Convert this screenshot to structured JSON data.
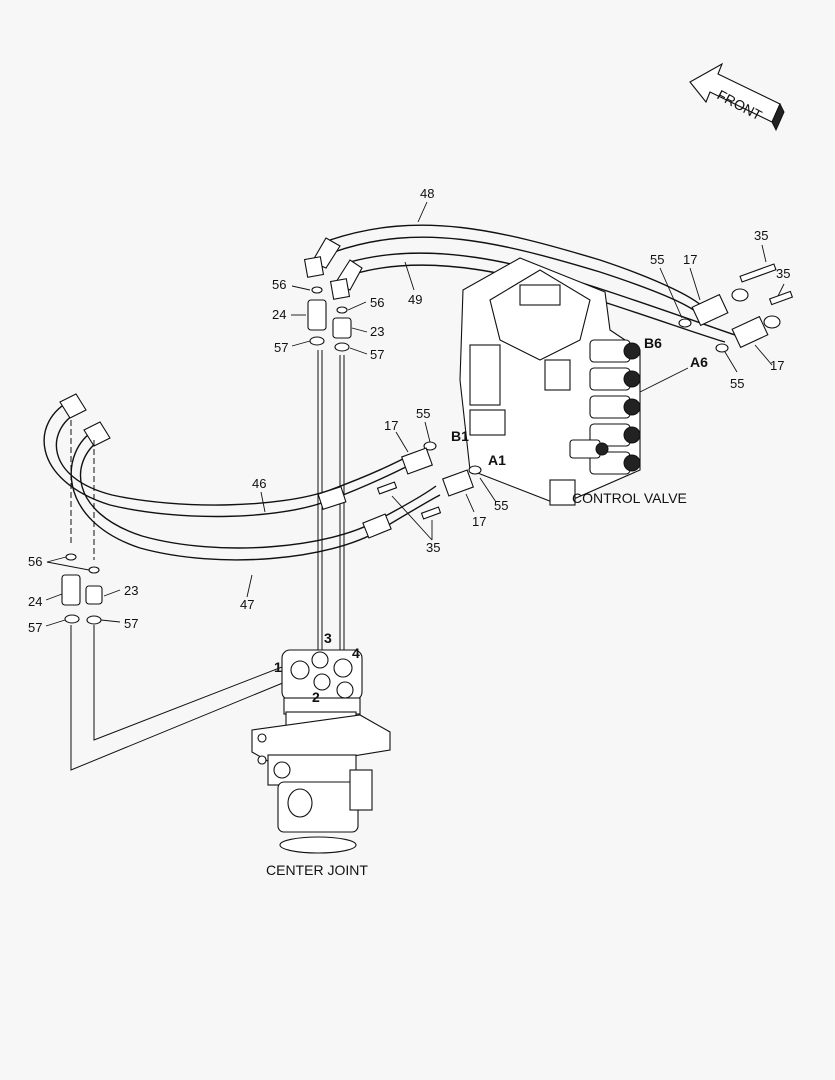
{
  "labels": {
    "front": "FRONT",
    "control_valve": "CONTROL VALVE",
    "center_joint": "CENTER JOINT",
    "ports": [
      "B6",
      "A6",
      "B1",
      "A1"
    ],
    "cj_ports": [
      "1",
      "2",
      "3",
      "4"
    ],
    "parts": {
      "p48": "48",
      "p49": "49",
      "p46": "46",
      "p47": "47",
      "p56a": "56",
      "p56b": "56",
      "p56c": "56",
      "p24a": "24",
      "p24b": "24",
      "p23a": "23",
      "p23b": "23",
      "p57a": "57",
      "p57b": "57",
      "p57c": "57",
      "p57d": "57",
      "p55a": "55",
      "p55b": "55",
      "p55c": "55",
      "p55d": "55",
      "p17a": "17",
      "p17b": "17",
      "p17c": "17",
      "p17d": "17",
      "p35a": "35",
      "p35b": "35",
      "p35c": "35"
    }
  }
}
